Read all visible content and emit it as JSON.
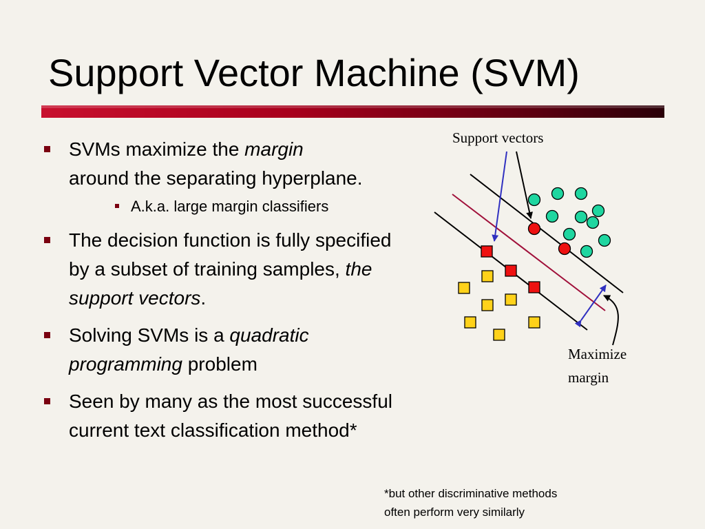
{
  "slide": {
    "title": "Support Vector Machine (SVM)",
    "bullets": [
      {
        "t1": "SVMs maximize the ",
        "em": "margin",
        "t2": " around the separating hyperplane."
      },
      {
        "t1": "The decision function is fully specified by a subset of training samples, ",
        "em": "the support vectors",
        "t2": "."
      },
      {
        "t1": "Solving SVMs is a ",
        "em": "quadratic programming",
        "t2": " problem"
      },
      {
        "t1": "Seen by many as the most successful current text classification method*"
      }
    ],
    "sub_bullet": "A.k.a. large margin classifiers",
    "footnote_line1": "*but other discriminative methods",
    "footnote_line2": "often perform very similarly"
  },
  "figure": {
    "label_support_vectors": "Support vectors",
    "label_maximize": "Maximize",
    "label_margin": "margin",
    "colors": {
      "circle": "#1fd6a0",
      "square": "#ffd21a",
      "support": "#ee1111",
      "hyperplane": "#a0103a",
      "arrow": "#3030c0"
    }
  }
}
